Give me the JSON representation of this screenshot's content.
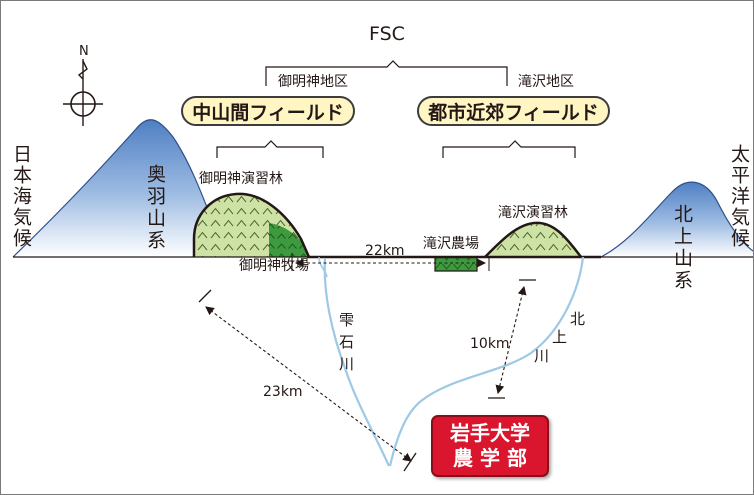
{
  "header": {
    "org": "FSC",
    "district_left": "御明神地区",
    "district_right": "滝沢地区",
    "field_left": "中山間フィールド",
    "field_right": "都市近郊フィールド"
  },
  "compass": {
    "north": "N"
  },
  "regions": {
    "left_climate": "日本海気候",
    "right_climate": "太平洋気候",
    "left_mountains": "奥羽山系",
    "right_mountains": "北上山系"
  },
  "sites": {
    "forest_left": "御明神演習林",
    "ranch_left": "御明神牧場",
    "farm_right": "滝沢農場",
    "forest_right": "滝沢演習林"
  },
  "distances": {
    "between_fields": "22km",
    "to_takizawa": "10km",
    "to_omyojin": "23km"
  },
  "rivers": {
    "shizukuishi": "雫石川",
    "kitakami": "北上川"
  },
  "destination": {
    "line1": "岩手大学",
    "line2": "農 学 部"
  },
  "colors": {
    "mountain_blue": "#4f7fc3",
    "forest_green": "#cfe2a6",
    "pasture_green": "#3e9a3e",
    "river": "#9ec9e6",
    "pill_fill": "#fff6c4",
    "badge_red": "#d9162d"
  }
}
